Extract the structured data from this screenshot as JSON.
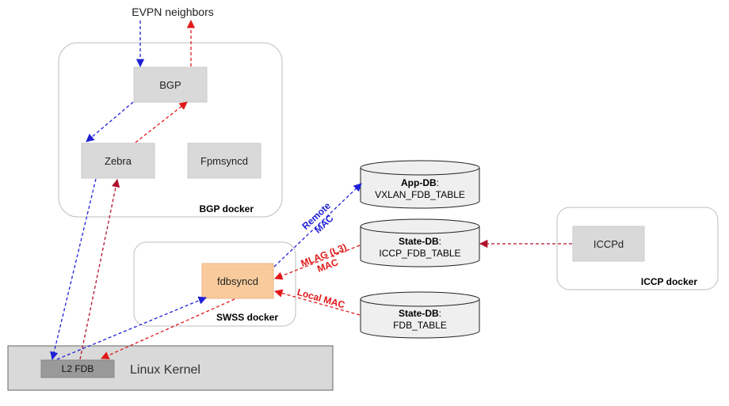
{
  "top_label": "EVPN neighbors",
  "containers": {
    "bgp_docker": "BGP docker",
    "swss_docker": "SWSS docker",
    "iccp_docker": "ICCP docker"
  },
  "processes": {
    "bgp": "BGP",
    "zebra": "Zebra",
    "fpmsyncd": "Fpmsyncd",
    "fdbsyncd": "fdbsyncd",
    "iccpd": "ICCPd"
  },
  "kernel": {
    "label": "Linux Kernel",
    "l2fdb": "L2 FDB"
  },
  "databases": [
    {
      "name": "App-DB",
      "sep": ":",
      "table": "VXLAN_FDB_TABLE"
    },
    {
      "name": "State-DB",
      "sep": ":",
      "table": "ICCP_FDB_TABLE"
    },
    {
      "name": "State-DB",
      "sep": ":",
      "table": "FDB_TABLE"
    }
  ],
  "edge_labels": {
    "remote_mac_line1": "Remote",
    "remote_mac_line2": "MAC",
    "mlag_mac_line1": "MLAG (L3)",
    "mlag_mac_line2": "MAC",
    "local_mac": "Local MAC"
  },
  "colors": {
    "blue_arrow": "#1f1fd6",
    "red_arrow": "#e01818",
    "darkred_arrow": "#b0122e",
    "process_box": "#d9d9d9",
    "fdbsyncd_box": "#f9cb9c",
    "kernel_box": "#d9d9d9",
    "l2fdb_box": "#999999",
    "db_fill": "#efefef"
  }
}
